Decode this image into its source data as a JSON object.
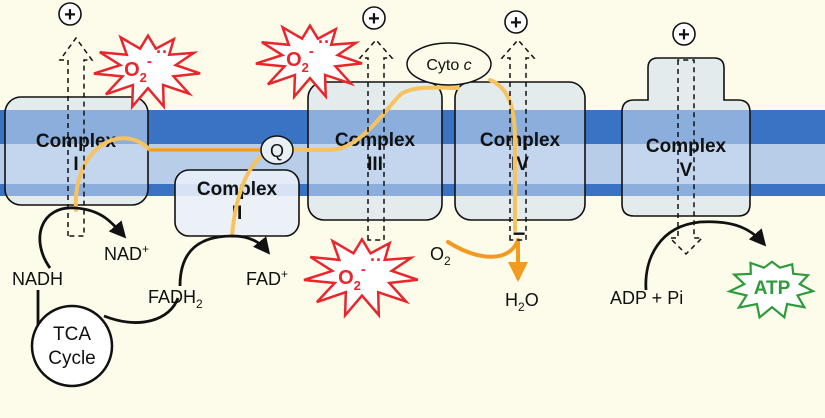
{
  "complexes": [
    {
      "id": "I",
      "line1": "Complex",
      "line2": "I"
    },
    {
      "id": "II",
      "line1": "Complex",
      "line2": "II"
    },
    {
      "id": "III",
      "line1": "Complex",
      "line2": "III"
    },
    {
      "id": "IV",
      "line1": "Complex",
      "line2": "IV"
    },
    {
      "id": "V",
      "line1": "Complex",
      "line2": "V"
    }
  ],
  "carriers": {
    "q": "Q",
    "cyto_prefix": "Cyto ",
    "cyto_italic": "c"
  },
  "proton_symbol": "+",
  "minus_symbol": "−",
  "superoxide": {
    "base": "O",
    "sub": "2",
    "sup": "-",
    "radical_dots": "··"
  },
  "metabolites": {
    "nadh": "NADH",
    "nad": "NAD",
    "nad_sup": "+",
    "fadh_base": "FADH",
    "fadh_sub": "2",
    "fad": "FAD",
    "fad_sup": "+",
    "tca_line1": "TCA",
    "tca_line2": "Cycle",
    "o2_base": "O",
    "o2_sub": "2",
    "h2o_h": "H",
    "h2o_sub": "2",
    "h2o_o": "O",
    "adp_pi": "ADP + Pi",
    "atp": "ATP"
  },
  "colors": {
    "background": "#fdfbe9",
    "membrane_dark": "#3a73c4",
    "membrane_light": "#b7cde8",
    "electron_path": "#f6c35e",
    "electron_path_bright": "#f39a21",
    "superoxide_stroke": "#e8262b",
    "atp_stroke": "#2e9b3a"
  }
}
